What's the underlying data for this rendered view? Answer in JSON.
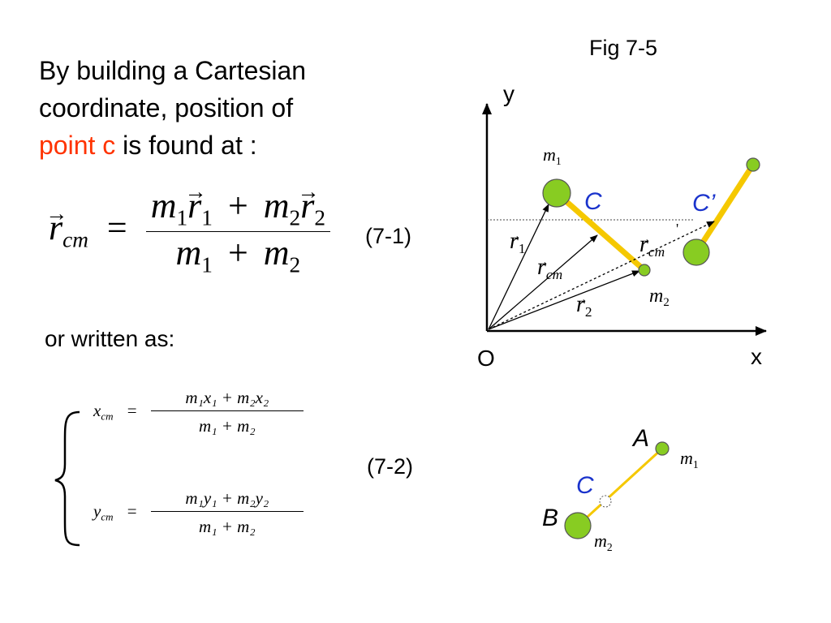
{
  "slide": {
    "intro_line1": "By building a Cartesian",
    "intro_line2": "coordinate, position of",
    "intro_point": "point c",
    "intro_rest": " is found at :",
    "fig_label": "Fig 7-5",
    "eq1_number": "(7-1)",
    "or_written": "or written as:",
    "eq2_number": "(7-2)"
  },
  "equation1": {
    "lhs": "r",
    "lhs_sub": "cm",
    "equals": "=",
    "num_m1": "m",
    "num_m1_sub": "1",
    "num_r1": "r",
    "num_r1_sub": "1",
    "plus": "+",
    "num_m2": "m",
    "num_m2_sub": "2",
    "num_r2": "r",
    "num_r2_sub": "2",
    "den_m1": "m",
    "den_m1_sub": "1",
    "den_m2": "m",
    "den_m2_sub": "2"
  },
  "equation2": {
    "x_lhs": "x",
    "x_sub": "cm",
    "x_num": "m₁x₁ + m₂x₂",
    "x_den": "m₁ + m₂",
    "y_lhs": "y",
    "y_sub": "cm",
    "y_num": "m₁y₁ + m₂y₂",
    "y_den": "m₁ + m₂"
  },
  "diagram": {
    "axis_y": "y",
    "axis_x": "x",
    "origin": "O",
    "m1": "m",
    "m1_sub": "1",
    "m2": "m",
    "m2_sub": "2",
    "c_label": "C",
    "c_prime_label": "C’",
    "r1": "r",
    "r1_sub": "1",
    "r2": "r",
    "r2_sub": "2",
    "rcm": "r",
    "rcm_sub": "cm",
    "rcm_prime": "r",
    "rcm_prime_sub": "cm",
    "prime_mark": "'"
  },
  "diagram2": {
    "a_label": "A",
    "b_label": "B",
    "c_label": "C",
    "m1": "m",
    "m1_sub": "1",
    "m2": "m",
    "m2_sub": "2"
  },
  "colors": {
    "ball": "#88cc22",
    "rod": "#f5c800",
    "label_blue": "#1a33cc",
    "highlight_red": "#ff3300"
  }
}
